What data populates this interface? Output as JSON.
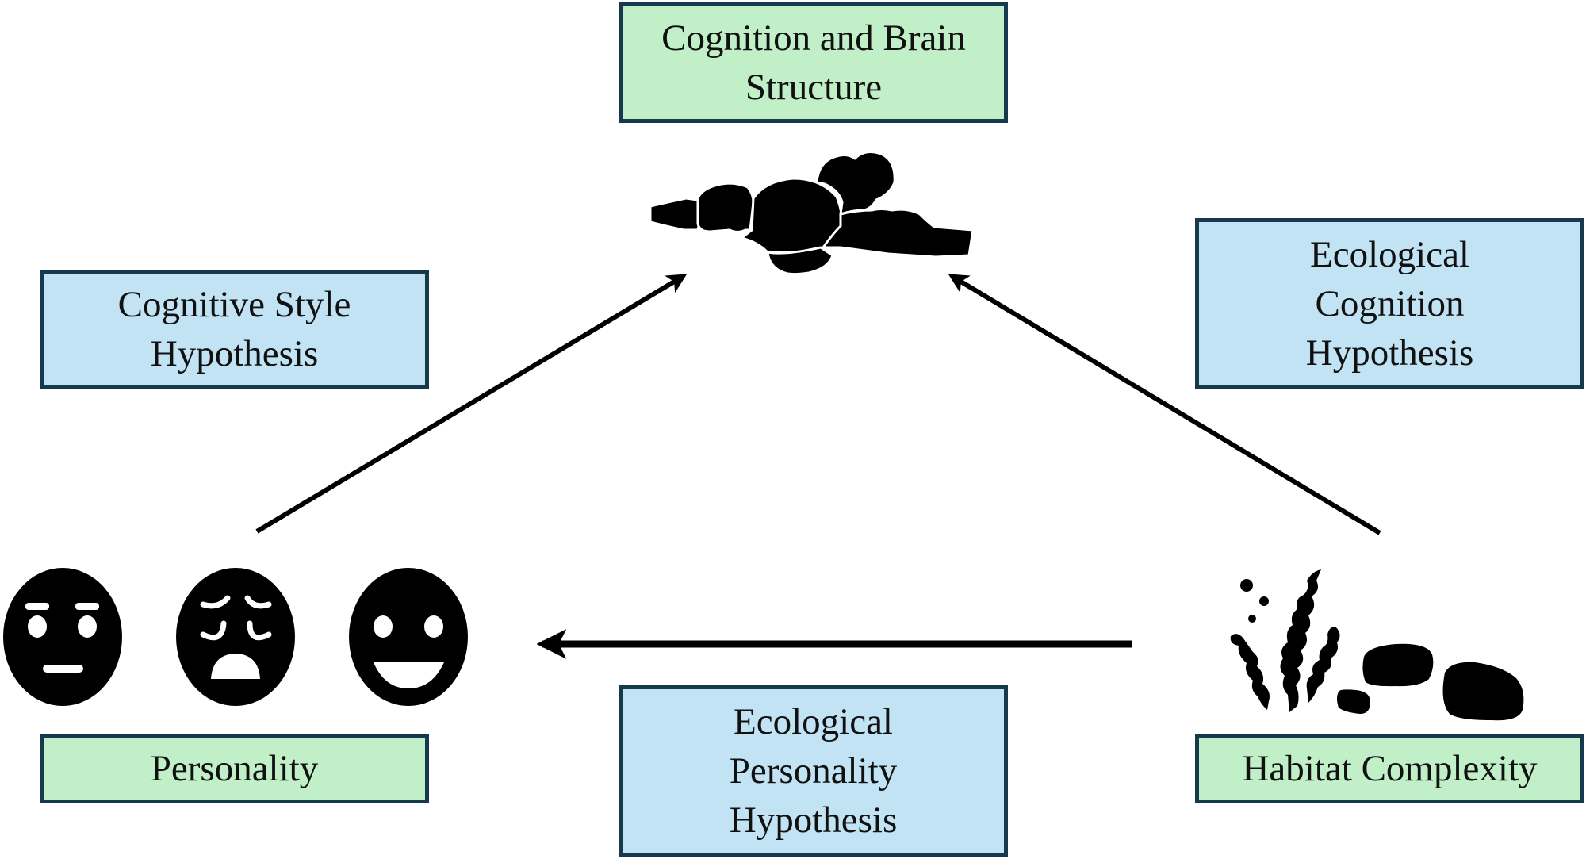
{
  "diagram": {
    "nodes": {
      "cognition": {
        "lines": [
          "Cognition and Brain",
          "Structure"
        ],
        "color": "#c1efc8",
        "icon": "brain-icon"
      },
      "personality": {
        "lines": [
          "Personality"
        ],
        "color": "#c1efc8",
        "icon": "emotion-faces-icon"
      },
      "habitat": {
        "lines": [
          "Habitat Complexity"
        ],
        "color": "#c1efc8",
        "icon": "seaweed-rocks-icon"
      }
    },
    "hypotheses": {
      "cognitive_style": {
        "lines": [
          "Cognitive Style",
          "Hypothesis"
        ],
        "color": "#c1e3f4",
        "from": "Personality",
        "to": "Cognition and Brain Structure"
      },
      "ecological_cognition": {
        "lines": [
          "Ecological",
          "Cognition",
          "Hypothesis"
        ],
        "color": "#c1e3f4",
        "from": "Habitat Complexity",
        "to": "Cognition and Brain Structure"
      },
      "ecological_personality": {
        "lines": [
          "Ecological",
          "Personality",
          "Hypothesis"
        ],
        "color": "#c1e3f4",
        "from": "Habitat Complexity",
        "to": "Personality"
      }
    },
    "faces": [
      "neutral-face-icon",
      "anxious-face-icon",
      "happy-face-icon"
    ],
    "border_color": "#16394d",
    "arrow_color": "#000000"
  }
}
